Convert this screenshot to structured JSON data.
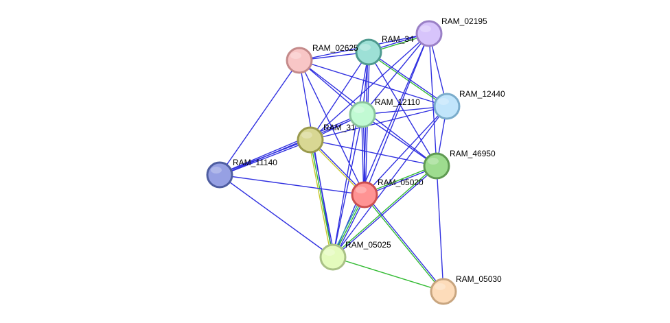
{
  "nodes": [
    {
      "id": "RAM_05020",
      "label": "RAM_05020",
      "fill": "#ff9393",
      "stroke": "#cc4f4f"
    },
    {
      "id": "RAM_02195",
      "label": "RAM_02195",
      "fill": "#d7c4fb",
      "stroke": "#9a80c6"
    },
    {
      "id": "RAM_34",
      "label": "RAM_34",
      "fill": "#9de0d6",
      "stroke": "#4e9a8f"
    },
    {
      "id": "RAM_02625",
      "label": "RAM_02625",
      "fill": "#f8c6c6",
      "stroke": "#c48a8a"
    },
    {
      "id": "RAM_12110",
      "label": "RAM_12110",
      "fill": "#c1fad3",
      "stroke": "#8ac49c"
    },
    {
      "id": "RAM_12440",
      "label": "RAM_12440",
      "fill": "#c1e5fb",
      "stroke": "#7aaccb"
    },
    {
      "id": "RAM_31",
      "label": "RAM_31",
      "fill": "#d8d793",
      "stroke": "#9a9a4d"
    },
    {
      "id": "RAM_11140",
      "label": "RAM_11140",
      "fill": "#96a0e3",
      "stroke": "#4e5da0"
    },
    {
      "id": "RAM_46950",
      "label": "RAM_46950",
      "fill": "#9edc8f",
      "stroke": "#5f9a52"
    },
    {
      "id": "RAM_05025",
      "label": "RAM_05025",
      "fill": "#e4fbbd",
      "stroke": "#a9c186"
    },
    {
      "id": "RAM_05030",
      "label": "RAM_05030",
      "fill": "#fddcba",
      "stroke": "#c8a57f"
    }
  ],
  "edge_colors": {
    "blue": "#3030e0",
    "green": "#33bb33",
    "yellow": "#c8c830",
    "teal": "#30a8a8"
  },
  "edges": [
    {
      "source": "RAM_02625",
      "target": "RAM_34",
      "types": [
        "blue"
      ]
    },
    {
      "source": "RAM_02625",
      "target": "RAM_02195",
      "types": [
        "blue"
      ]
    },
    {
      "source": "RAM_02625",
      "target": "RAM_12440",
      "types": [
        "blue"
      ]
    },
    {
      "source": "RAM_02625",
      "target": "RAM_46950",
      "types": [
        "blue"
      ]
    },
    {
      "source": "RAM_02625",
      "target": "RAM_05020",
      "types": [
        "blue"
      ]
    },
    {
      "source": "RAM_02625",
      "target": "RAM_11140",
      "types": [
        "blue"
      ]
    },
    {
      "source": "RAM_02625",
      "target": "RAM_05025",
      "types": [
        "blue"
      ]
    },
    {
      "source": "RAM_02625",
      "target": "RAM_12110",
      "types": [
        "blue"
      ]
    },
    {
      "source": "RAM_34",
      "target": "RAM_02195",
      "types": [
        "blue",
        "green"
      ]
    },
    {
      "source": "RAM_34",
      "target": "RAM_12440",
      "types": [
        "blue",
        "green"
      ]
    },
    {
      "source": "RAM_34",
      "target": "RAM_46950",
      "types": [
        "blue"
      ]
    },
    {
      "source": "RAM_34",
      "target": "RAM_05020",
      "types": [
        "blue",
        "blue"
      ]
    },
    {
      "source": "RAM_34",
      "target": "RAM_31",
      "types": [
        "blue"
      ]
    },
    {
      "source": "RAM_34",
      "target": "RAM_05025",
      "types": [
        "blue"
      ]
    },
    {
      "source": "RAM_34",
      "target": "RAM_12110",
      "types": [
        "blue"
      ]
    },
    {
      "source": "RAM_02195",
      "target": "RAM_12440",
      "types": [
        "blue"
      ]
    },
    {
      "source": "RAM_02195",
      "target": "RAM_46950",
      "types": [
        "blue"
      ]
    },
    {
      "source": "RAM_02195",
      "target": "RAM_05020",
      "types": [
        "blue"
      ]
    },
    {
      "source": "RAM_02195",
      "target": "RAM_31",
      "types": [
        "blue"
      ]
    },
    {
      "source": "RAM_02195",
      "target": "RAM_05025",
      "types": [
        "blue"
      ]
    },
    {
      "source": "RAM_02195",
      "target": "RAM_12110",
      "types": [
        "blue"
      ]
    },
    {
      "source": "RAM_12110",
      "target": "RAM_12440",
      "types": [
        "blue"
      ]
    },
    {
      "source": "RAM_12110",
      "target": "RAM_46950",
      "types": [
        "blue"
      ]
    },
    {
      "source": "RAM_12110",
      "target": "RAM_05020",
      "types": [
        "blue",
        "blue"
      ]
    },
    {
      "source": "RAM_12110",
      "target": "RAM_31",
      "types": [
        "blue"
      ]
    },
    {
      "source": "RAM_12110",
      "target": "RAM_11140",
      "types": [
        "blue",
        "blue"
      ]
    },
    {
      "source": "RAM_12110",
      "target": "RAM_05025",
      "types": [
        "blue"
      ]
    },
    {
      "source": "RAM_12440",
      "target": "RAM_31",
      "types": [
        "blue"
      ]
    },
    {
      "source": "RAM_12440",
      "target": "RAM_05020",
      "types": [
        "blue"
      ]
    },
    {
      "source": "RAM_12440",
      "target": "RAM_05025",
      "types": [
        "blue"
      ]
    },
    {
      "source": "RAM_12440",
      "target": "RAM_46950",
      "types": [
        "blue"
      ]
    },
    {
      "source": "RAM_31",
      "target": "RAM_11140",
      "types": [
        "blue",
        "blue"
      ]
    },
    {
      "source": "RAM_31",
      "target": "RAM_05020",
      "types": [
        "blue",
        "yellow"
      ]
    },
    {
      "source": "RAM_31",
      "target": "RAM_46950",
      "types": [
        "blue"
      ]
    },
    {
      "source": "RAM_31",
      "target": "RAM_05025",
      "types": [
        "blue",
        "green",
        "yellow"
      ]
    },
    {
      "source": "RAM_11140",
      "target": "RAM_05020",
      "types": [
        "blue"
      ]
    },
    {
      "source": "RAM_11140",
      "target": "RAM_05025",
      "types": [
        "blue"
      ]
    },
    {
      "source": "RAM_46950",
      "target": "RAM_05020",
      "types": [
        "blue",
        "green"
      ]
    },
    {
      "source": "RAM_46950",
      "target": "RAM_05025",
      "types": [
        "blue",
        "green"
      ]
    },
    {
      "source": "RAM_46950",
      "target": "RAM_05030",
      "types": [
        "blue"
      ]
    },
    {
      "source": "RAM_05020",
      "target": "RAM_05025",
      "types": [
        "blue",
        "green",
        "teal"
      ]
    },
    {
      "source": "RAM_05020",
      "target": "RAM_05030",
      "types": [
        "blue",
        "green"
      ]
    },
    {
      "source": "RAM_05025",
      "target": "RAM_05030",
      "types": [
        "green"
      ]
    }
  ]
}
